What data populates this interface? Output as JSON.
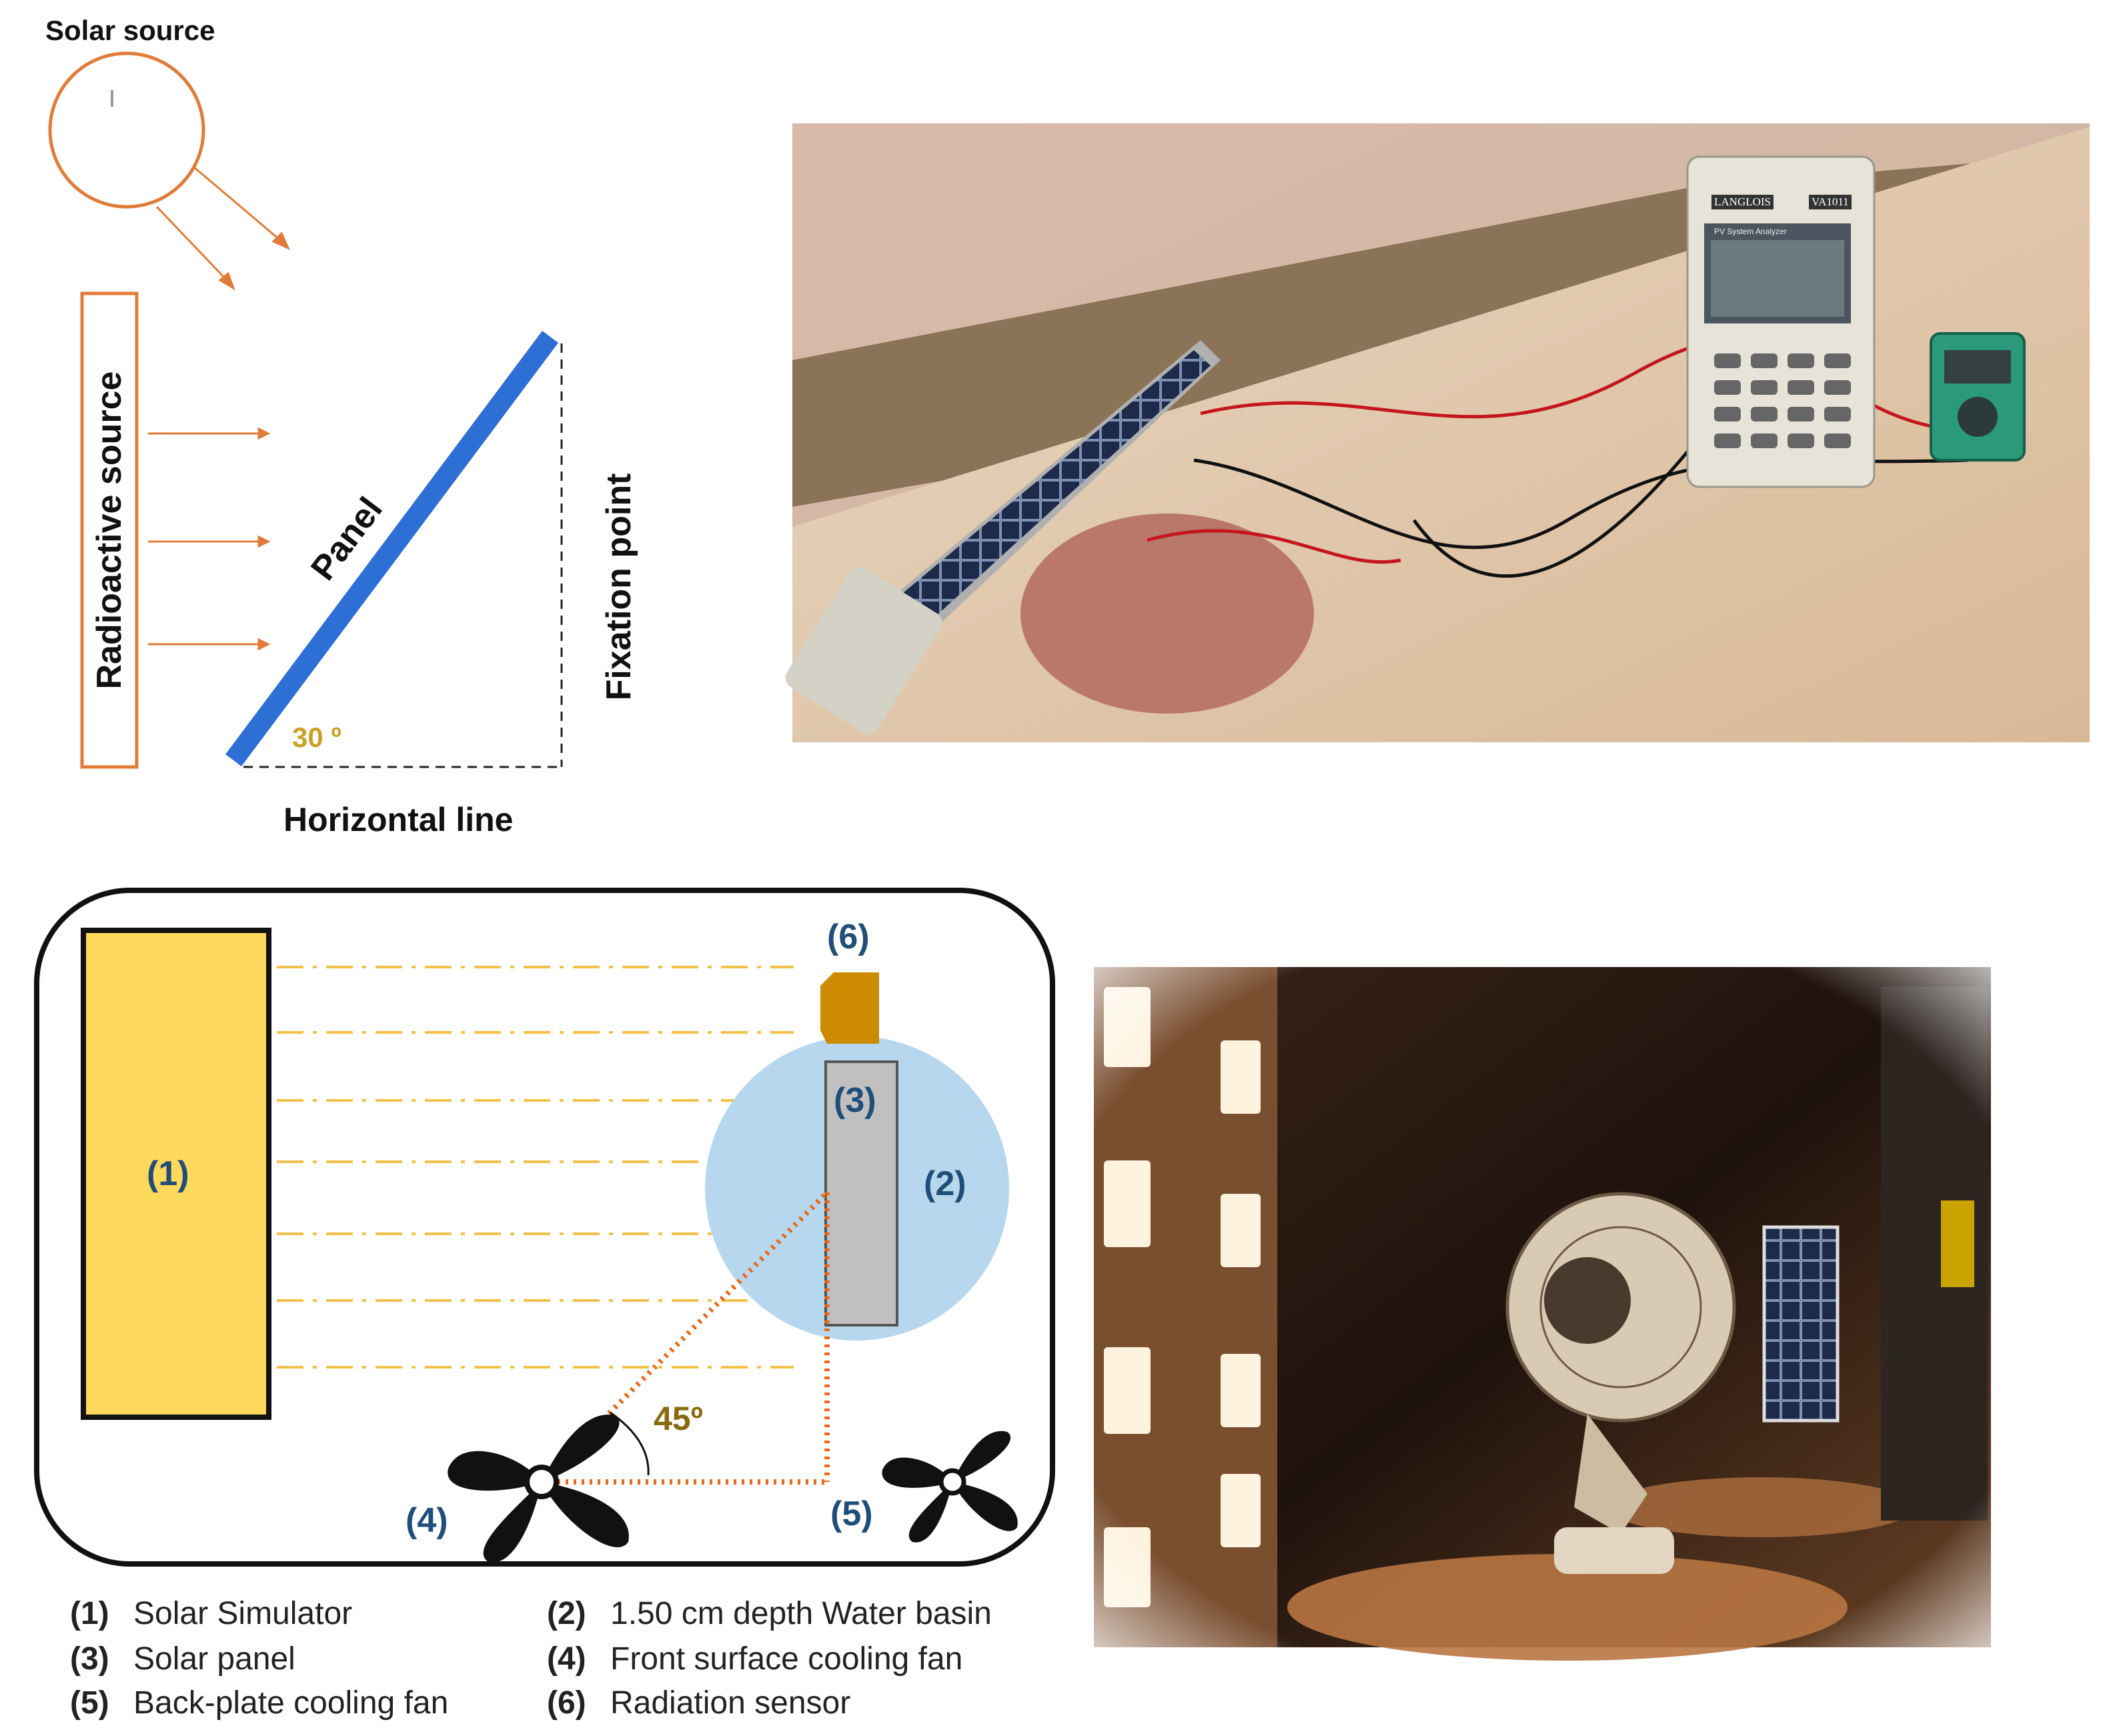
{
  "top_diagram": {
    "solar_source_label": "Solar source",
    "radioactive_source_label": "Radioactive source",
    "panel_label": "Panel",
    "fixation_point_label": "Fixation point",
    "angle_label": "30 º",
    "horizontal_line_label": "Horizontal line"
  },
  "photo_outdoor": {
    "analyzer_brand": "LANGLOIS",
    "analyzer_model": "VA1011",
    "analyzer_caption": "PV System Analyzer"
  },
  "setup_diagram": {
    "label_1": "(1)",
    "label_2": "(2)",
    "label_3": "(3)",
    "label_4": "(4)",
    "label_5": "(5)",
    "label_6": "(6)",
    "angle_label": "45º"
  },
  "legend": [
    {
      "num": "(1)",
      "text": "Solar Simulator"
    },
    {
      "num": "(2)",
      "text": "1.50 cm depth Water basin"
    },
    {
      "num": "(3)",
      "text": "Solar panel"
    },
    {
      "num": "(4)",
      "text": "Front surface cooling fan"
    },
    {
      "num": "(5)",
      "text": "Back-plate cooling fan"
    },
    {
      "num": "(6)",
      "text": "Radiation sensor"
    }
  ],
  "colors": {
    "orange_outline": "#e07b39",
    "panel_blue": "#2e6fd6",
    "angle_gold": "#c9a227",
    "label_blue": "#1f4e79",
    "simulator_yellow": "#ffd85c",
    "water_blue": "#b7d7ee",
    "sensor_gold": "#cc8b00",
    "dotted_orange": "#e86a1a"
  }
}
